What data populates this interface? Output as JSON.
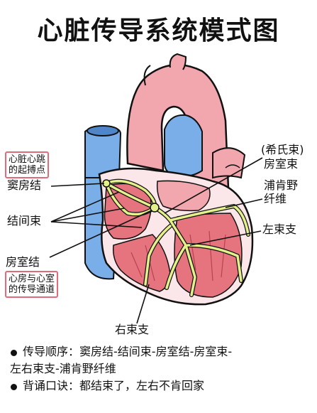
{
  "title": "心脏传导系统模式图",
  "labels": {
    "pacemaker_note_1": "心脏心跳",
    "pacemaker_note_2": "的起搏点",
    "sinoatrial_node": "窦房结",
    "internodal_tracts": "结间束",
    "av_node": "房室结",
    "av_note_1": "心房与心室",
    "av_note_2": "的传导通道",
    "his_bundle_1": "(希氏束)",
    "his_bundle_2": "房室束",
    "purkinje_1": "浦肯野",
    "purkinje_2": "纤维",
    "left_bundle": "左束支",
    "right_bundle": "右束支"
  },
  "bullets": {
    "sequence_label": "传导顺序：",
    "sequence_line1": "窦房结-结间束-房室结-房室束-",
    "sequence_line2": "左右束支-浦肯野纤维",
    "mnemonic": "背诵口诀：都结束了，左右不肯回家"
  },
  "colors": {
    "heart_pink": "#f2a6ad",
    "heart_red": "#e5747f",
    "vessel_blue": "#7aaee8",
    "conduction_green": "#e4f08a",
    "label_border": "#e16b7b"
  }
}
